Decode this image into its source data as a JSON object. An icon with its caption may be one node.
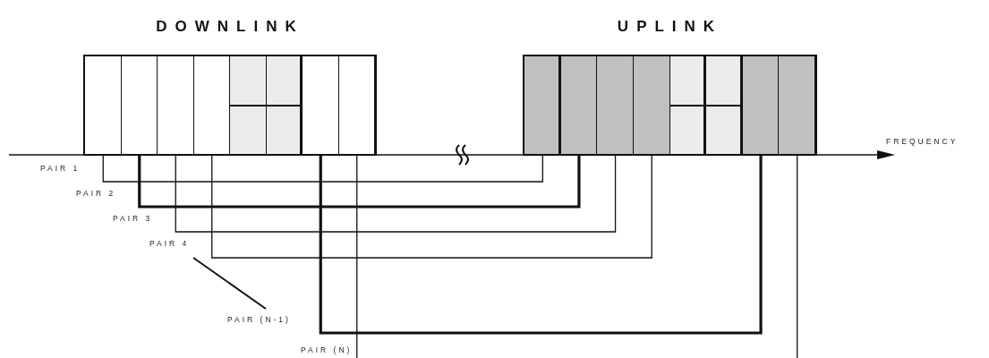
{
  "diagram": {
    "nodes": [
      {
        "text": [
          "DOWNLINK"
        ]
      },
      {
        "text": [],
        "shape": "box",
        "in": 0
      },
      {
        "text": [],
        "shape": "box",
        "in": 0
      },
      {
        "text": [],
        "shape": "box",
        "in": 0
      },
      {
        "text": [],
        "shape": "box",
        "in": 0
      },
      {
        "text": [],
        "shape": "box",
        "in": 0
      },
      {
        "text": [],
        "shape": "box",
        "in": 0
      },
      {
        "text": [],
        "shape": "box",
        "in": 0
      },
      {
        "text": [],
        "shape": "box",
        "in": 0
      },
      {
        "text": [
          "UPLINK"
        ]
      },
      {
        "text": [],
        "shape": "box",
        "in": 9
      },
      {
        "text": [],
        "shape": "box",
        "in": 9
      },
      {
        "text": [],
        "shape": "box",
        "in": 9
      },
      {
        "text": [],
        "shape": "box",
        "in": 9
      },
      {
        "text": [],
        "shape": "box",
        "in": 9
      },
      {
        "text": [],
        "shape": "box",
        "in": 9
      },
      {
        "text": [],
        "shape": "box",
        "in": 9
      },
      {
        "text": [],
        "shape": "box",
        "in": 9
      }
    ],
    "edges": [
      {
        "from": 1,
        "to": 10,
        "arrow": "none",
        "label": "PAIR 1"
      },
      {
        "from": 2,
        "to": 11,
        "arrow": "none",
        "label": "PAIR 2",
        "style": "thick"
      },
      {
        "from": 3,
        "to": 12,
        "arrow": "none",
        "label": "PAIR 3"
      },
      {
        "from": 4,
        "to": 13,
        "arrow": "none",
        "label": "PAIR 4"
      },
      {
        "from": 7,
        "to": 16,
        "arrow": "none",
        "label": "PAIR (N-1)",
        "style": "thick"
      },
      {
        "from": 8,
        "to": 17,
        "arrow": "none",
        "label": "PAIR (N)"
      }
    ],
    "labels": [
      "FREQUENCY"
    ]
  }
}
